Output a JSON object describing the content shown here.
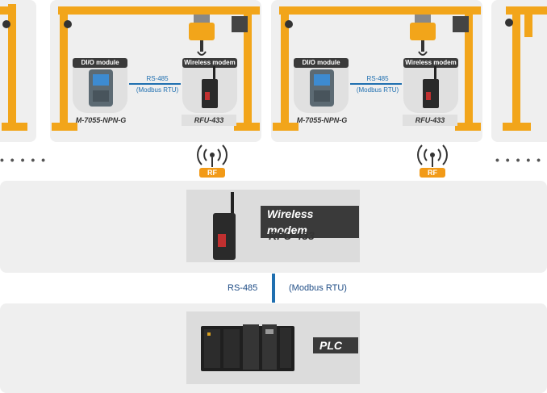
{
  "units": [
    {
      "io_tag": "DI/O module",
      "io_model": "M-7055-NPN-G",
      "link_top": "RS-485",
      "link_bottom": "(Modbus RTU)",
      "modem_tag": "Wireless modem",
      "modem_model": "RFU-433"
    },
    {
      "io_tag": "DI/O module",
      "io_model": "M-7055-NPN-G",
      "link_top": "RS-485",
      "link_bottom": "(Modbus RTU)",
      "modem_tag": "Wireless modem",
      "modem_model": "RFU-433"
    }
  ],
  "rf_badges": [
    "RF",
    "RF"
  ],
  "dots": "• • • • •",
  "central": {
    "modem_tag": "Wireless modem",
    "modem_model": "RFU-433"
  },
  "link": {
    "left": "RS-485",
    "right": "(Modbus RTU)"
  },
  "plc": {
    "tag": "PLC"
  },
  "colors": {
    "crane": "#f2a51a",
    "panel": "#efefef",
    "link_blue": "#1f6fb0",
    "rf_orange": "#f29a17"
  }
}
